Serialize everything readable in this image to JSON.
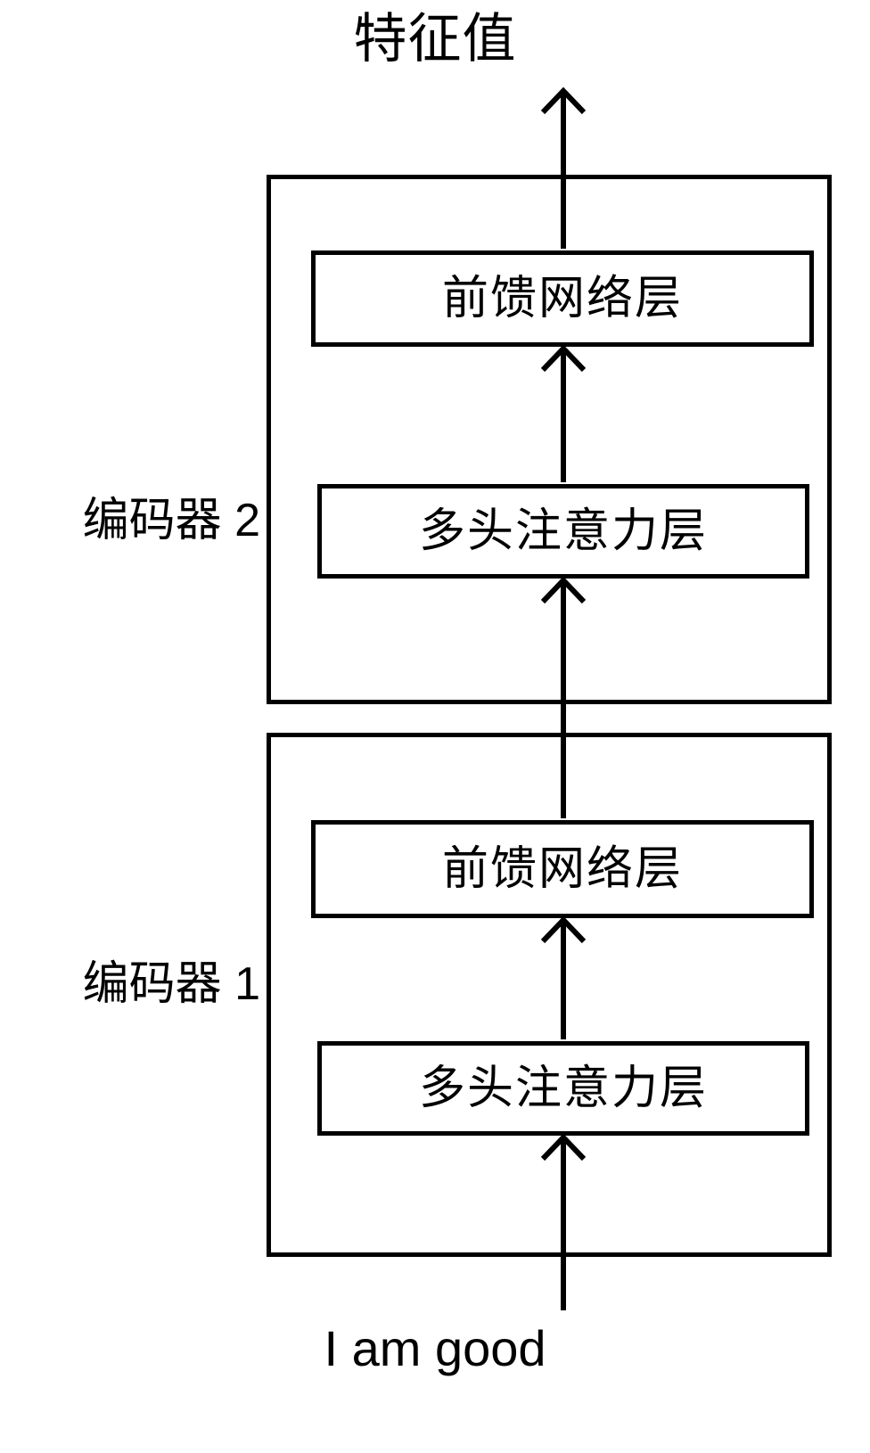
{
  "diagram": {
    "title_output": "特征值",
    "input_text": "I am good",
    "encoders": [
      {
        "name_label": "编码器 2",
        "layers": [
          {
            "label": "前馈网络层"
          },
          {
            "label": "多头注意力层"
          }
        ]
      },
      {
        "name_label": "编码器 1",
        "layers": [
          {
            "label": "前馈网络层"
          },
          {
            "label": "多头注意力层"
          }
        ]
      }
    ],
    "arrows": [
      {
        "name": "arrow-input-to-enc1-attn"
      },
      {
        "name": "arrow-enc1-attn-to-enc1-ffn"
      },
      {
        "name": "arrow-enc1-ffn-to-enc2-attn"
      },
      {
        "name": "arrow-enc2-attn-to-enc2-ffn"
      },
      {
        "name": "arrow-enc2-ffn-to-output"
      }
    ],
    "colors": {
      "stroke": "#000000",
      "background": "#ffffff"
    }
  }
}
